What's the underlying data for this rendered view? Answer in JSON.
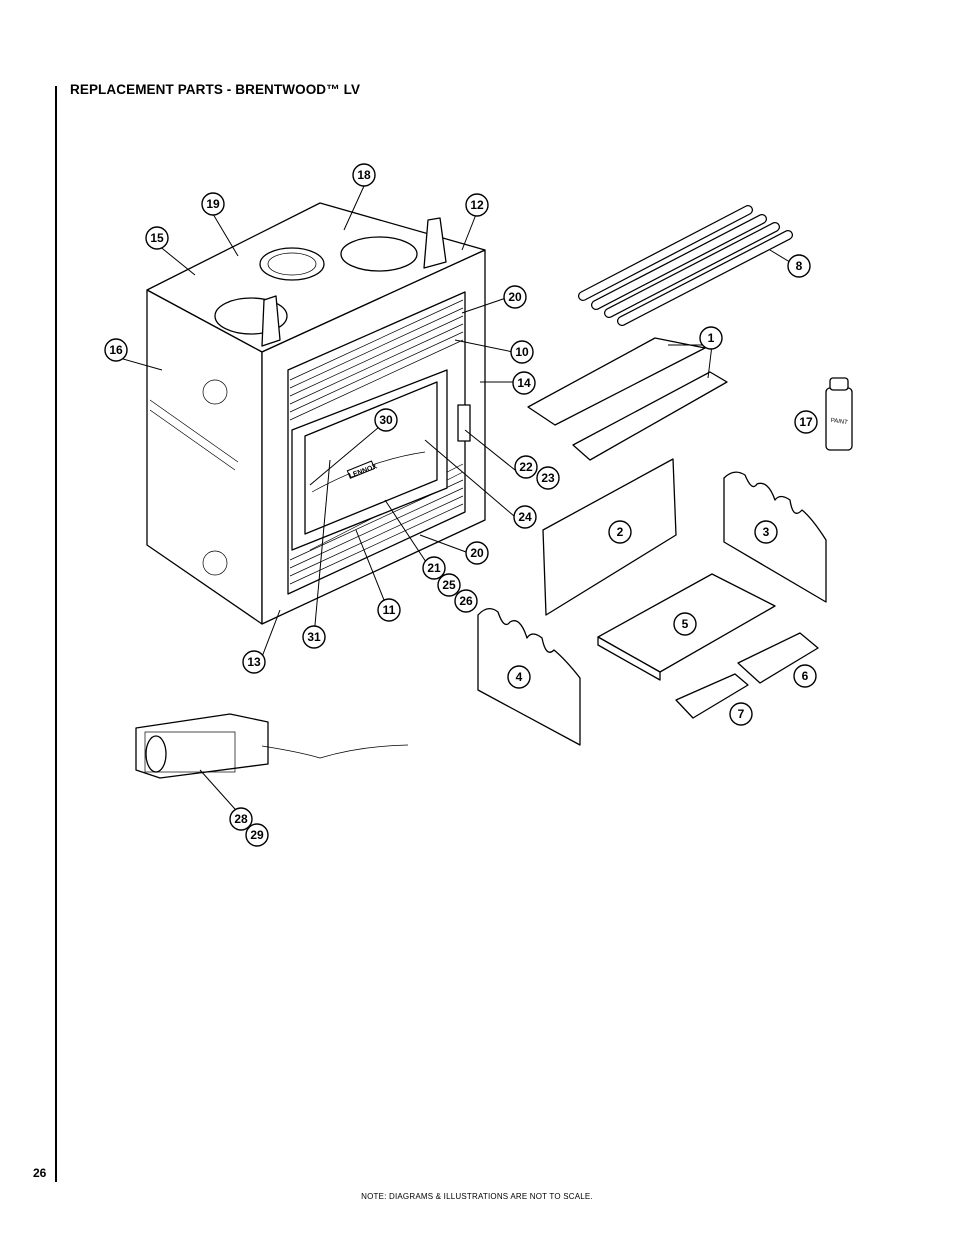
{
  "page": {
    "title": "REPLACEMENT PARTS - BRENTWOOD™ LV",
    "page_number": "26",
    "note": "NOTE: DIAGRAMS & ILLUSTRATIONS ARE NOT TO SCALE."
  },
  "diagram": {
    "callouts": [
      "1",
      "2",
      "3",
      "4",
      "5",
      "6",
      "7",
      "8",
      "10",
      "11",
      "12",
      "13",
      "14",
      "15",
      "16",
      "17",
      "18",
      "19",
      "20",
      "20",
      "21",
      "22",
      "23",
      "24",
      "25",
      "26",
      "28",
      "29",
      "30",
      "31"
    ],
    "product_labels": {
      "bottle": "PAINT",
      "badge": "LENNOX"
    }
  }
}
